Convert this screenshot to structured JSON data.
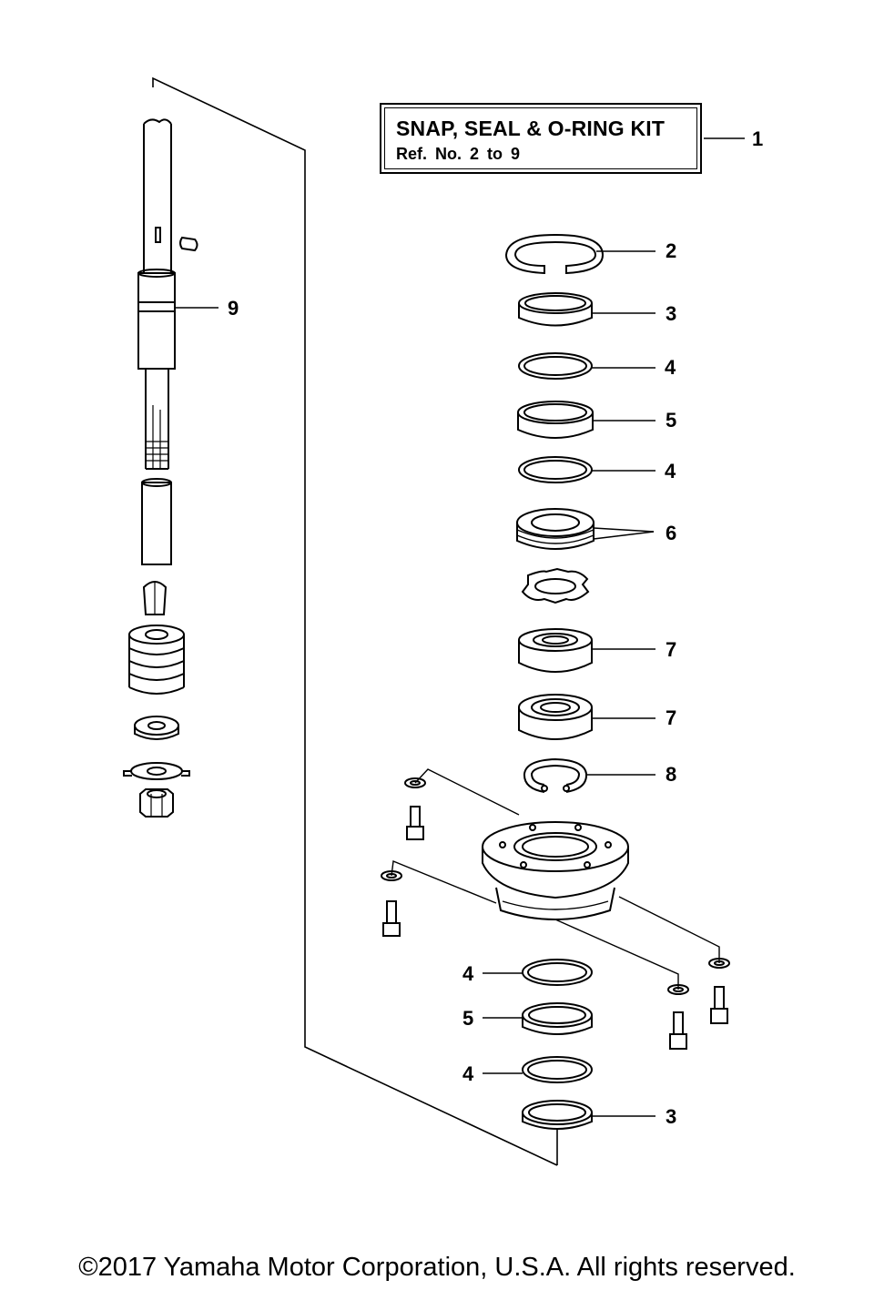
{
  "kit_box": {
    "title": "SNAP,  SEAL & O-RING KIT",
    "ref": "Ref.  No.  2  to  9"
  },
  "callouts": {
    "c1": "1",
    "c2": "2",
    "c3a": "3",
    "c4a": "4",
    "c5a": "5",
    "c4b": "4",
    "c6": "6",
    "c7a": "7",
    "c7b": "7",
    "c8": "8",
    "c9": "9",
    "c4c": "4",
    "c5b": "5",
    "c4d": "4",
    "c3b": "3"
  },
  "copyright": "©2017 Yamaha Motor Corporation, U.S.A. All rights reserved."
}
